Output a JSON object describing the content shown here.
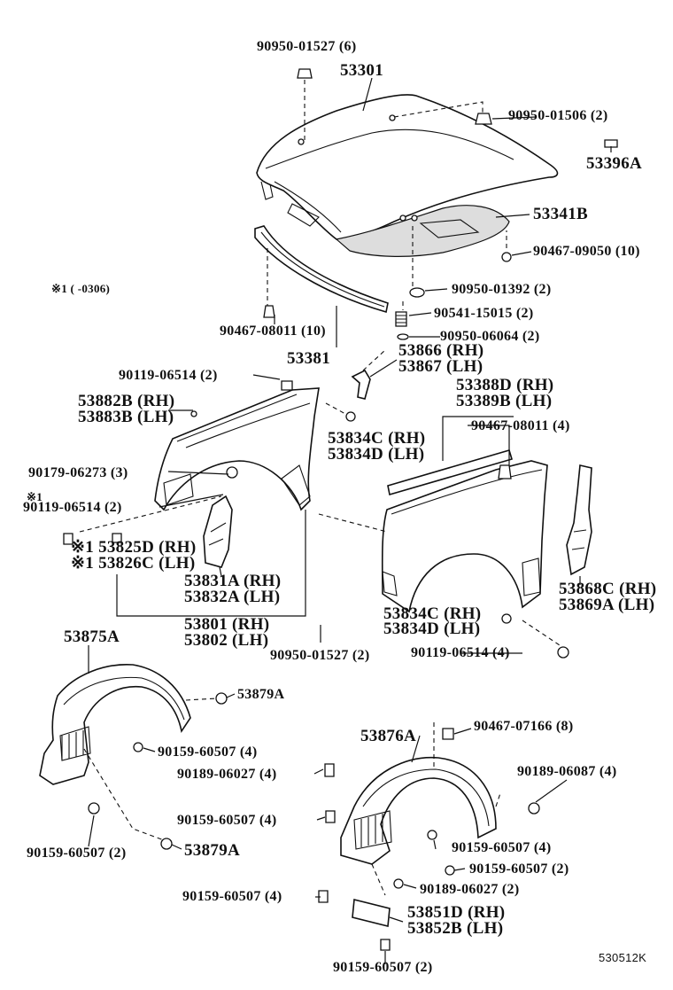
{
  "diagram": {
    "ref_code": "530512K",
    "note_code": "※1 (          -0306)",
    "labels": {
      "p1": "90950-01527 (6)",
      "p2": "53301",
      "p3": "90950-01506 (2)",
      "p4": "53396A",
      "p5": "53341B",
      "p6": "90467-09050 (10)",
      "p7": "90950-01392 (2)",
      "p8": "90541-15015 (2)",
      "p9": "90467-08011 (10)",
      "p10": "90950-06064 (2)",
      "p11": "53381",
      "p12": "53866 (RH)",
      "p13": "53867 (LH)",
      "p14": "90119-06514 (2)",
      "p15": "53388D (RH)",
      "p16": "53389B (LH)",
      "p17": "53882B (RH)",
      "p18": "53883B (LH)",
      "p19": "53834C (RH)",
      "p20": "53834D (LH)",
      "p21": "90467-08011 (4)",
      "p22": "90179-06273 (3)",
      "p23": "※1",
      "p24": "90119-06514 (2)",
      "p25": "※1 53825D (RH)",
      "p26": "※1 53826C (LH)",
      "p27": "53831A (RH)",
      "p28": "53832A (LH)",
      "p29": "53868C (RH)",
      "p30": "53869A (LH)",
      "p31": "53801 (RH)",
      "p32": "53802 (LH)",
      "p33": "53834C (RH)",
      "p34": "53834D (LH)",
      "p35": "90950-01527 (2)",
      "p36": "90119-06514 (4)",
      "p37": "53875A",
      "p38": "53879A",
      "p39": "90159-60507 (4)",
      "p40": "53876A",
      "p41": "90467-07166 (8)",
      "p42": "90189-06027 (4)",
      "p43": "90189-06087 (4)",
      "p44": "90159-60507 (4)",
      "p45": "90159-60507 (4)",
      "p46": "90159-60507 (2)",
      "p47": "53879A",
      "p48": "90159-60507 (2)",
      "p49": "90159-60507 (4)",
      "p50": "90189-06027 (2)",
      "p51": "53851D (RH)",
      "p52": "53852B (LH)",
      "p53": "90159-60507 (2)"
    }
  }
}
